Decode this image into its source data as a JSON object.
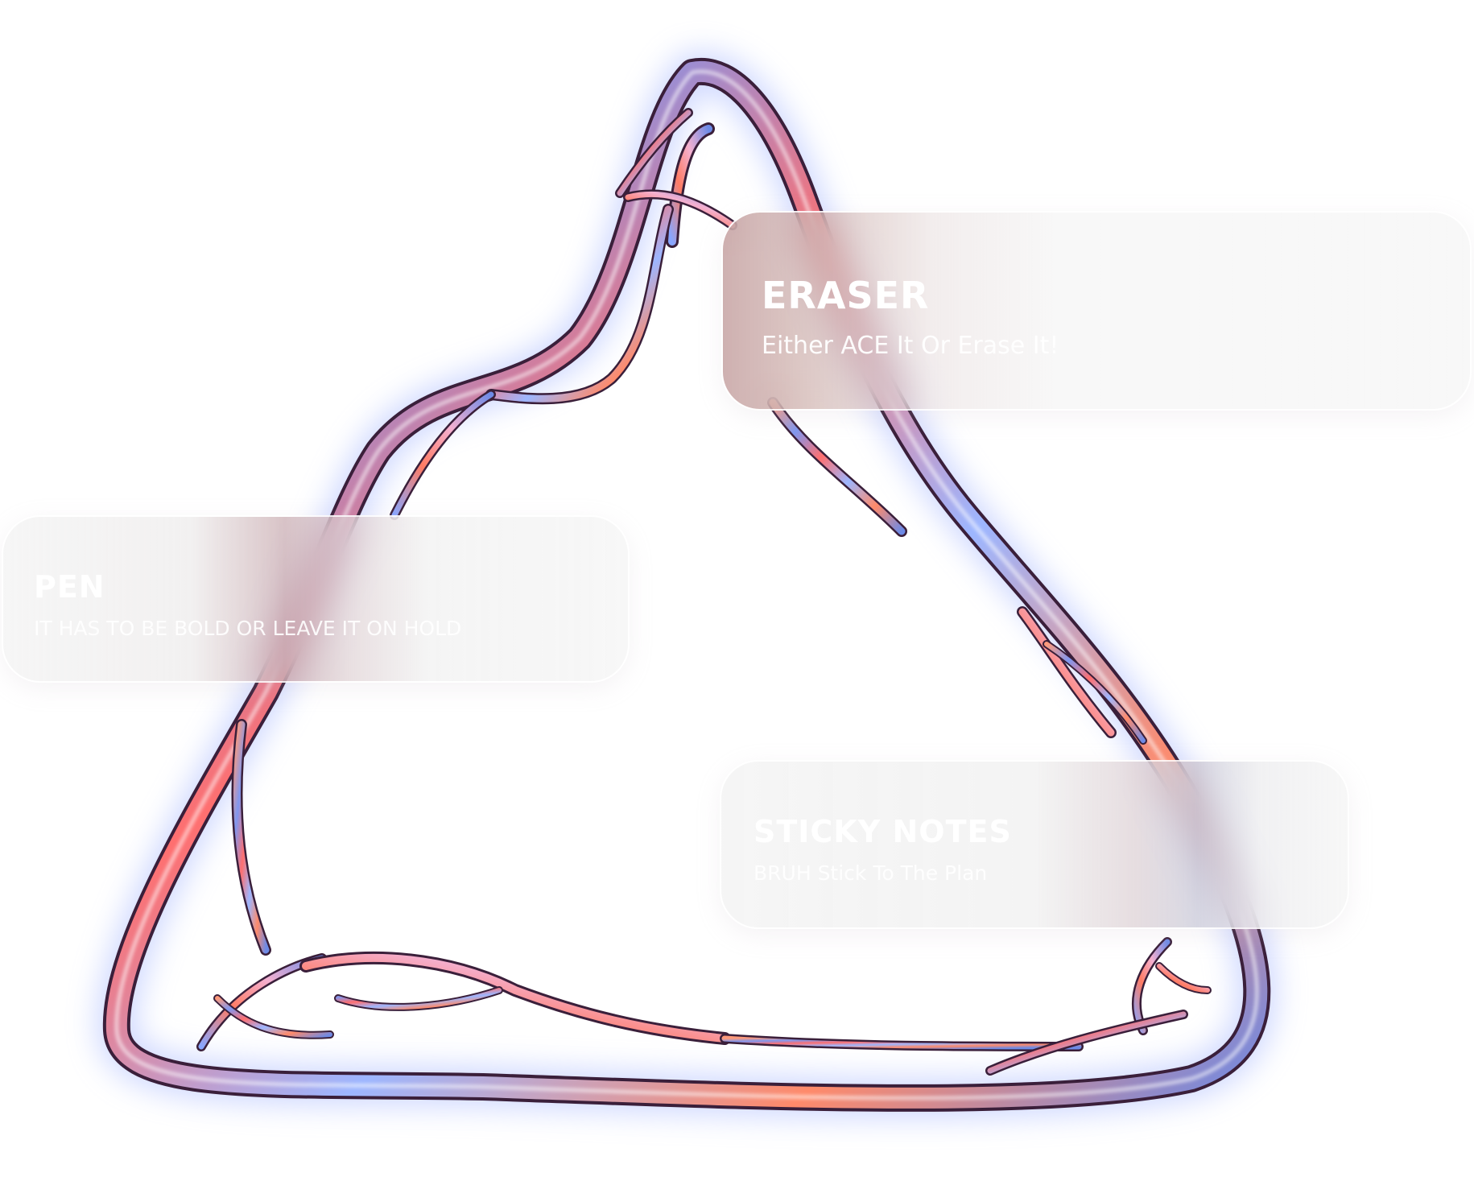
{
  "artwork": {
    "name": "chrome-triangle-frame",
    "colors": {
      "blue": "#6f8fe8",
      "coral": "#ff7a6a",
      "pink": "#f0a0c8",
      "dark": "#3a1f3a"
    }
  },
  "cards": {
    "eraser": {
      "title": "ERASER",
      "subtitle": "Either ACE It Or Erase It!"
    },
    "pen": {
      "title": "PEN",
      "subtitle": "IT HAS TO BE BOLD OR LEAVE IT ON HOLD"
    },
    "sticky": {
      "title": "STICKY NOTES",
      "subtitle": "BRUH Stick To The Plan"
    }
  }
}
